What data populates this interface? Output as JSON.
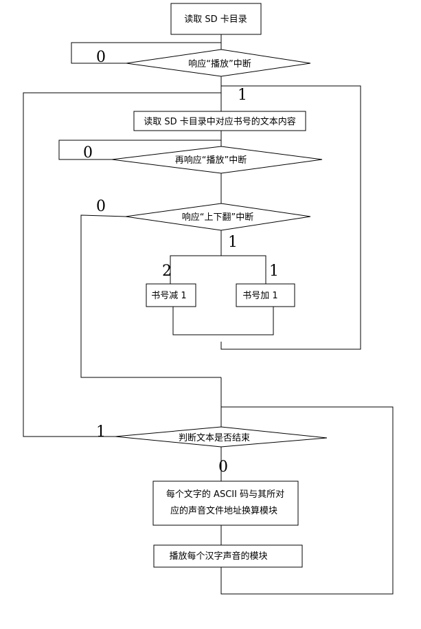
{
  "nodes": {
    "read_sd": "读取 SD 卡目录",
    "respond_play": "响应“播放”中断",
    "read_text": "读取 SD 卡目录中对应书号的文本内容",
    "respond_play_again": "再响应“播放”中断",
    "respond_updown": "响应“上下翻”中断",
    "book_minus": "书号减 1",
    "book_plus": "书号加 1",
    "judge_end": "判断文本是否结束",
    "ascii_line1": "每个文字的 ASCII 码与其所对",
    "ascii_line2": "应的声音文件地址换算模块",
    "play_sound": "播放每个汉字声音的模块"
  },
  "labels": {
    "play_no": "0",
    "play_yes": "1",
    "play_again_no": "0",
    "updown_no": "0",
    "updown_yes": "1",
    "branch_minus": "2",
    "branch_plus": "1",
    "end_yes": "1",
    "end_no": "0"
  }
}
